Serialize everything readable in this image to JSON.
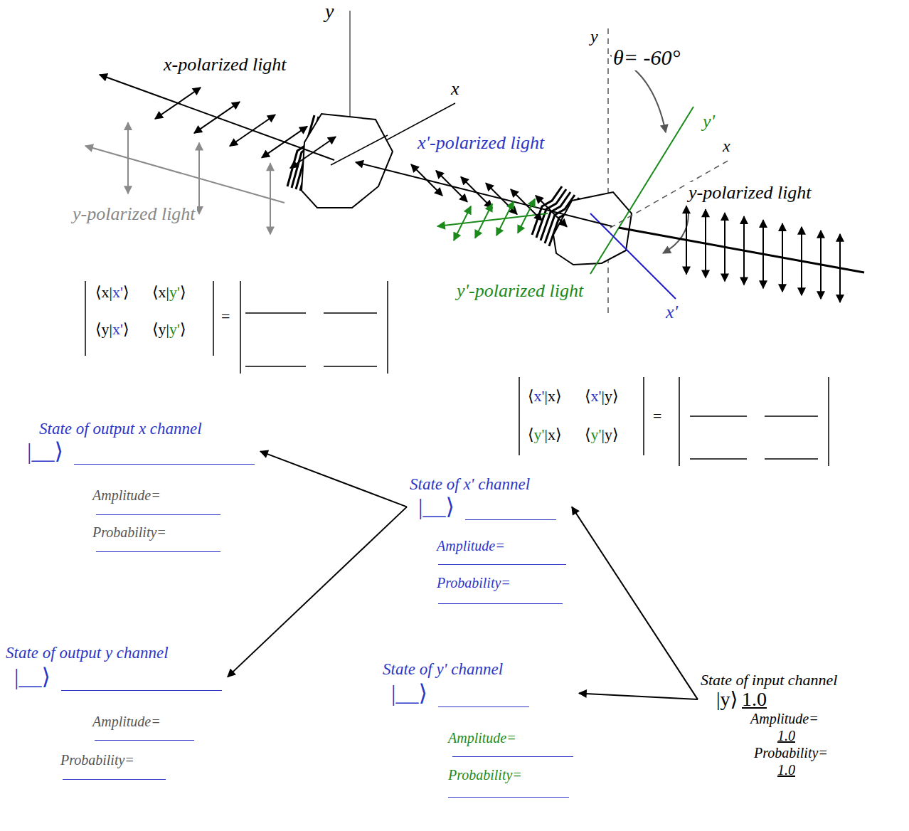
{
  "diagram": {
    "nodes": [
      {
        "text": [
          "State of output x channel",
          "|__⟩",
          "Amplitude=",
          "Probability="
        ]
      },
      {
        "text": [
          "State of x' channel",
          "|__⟩",
          "Amplitude=",
          "Probability="
        ]
      },
      {
        "text": [
          "State of input channel",
          "|y⟩",
          "1.0",
          "Amplitude=",
          "1.0",
          "Probability=",
          "1.0"
        ]
      },
      {
        "text": [
          "State of output y channel",
          "|__⟩",
          "Amplitude=",
          "Probability="
        ]
      },
      {
        "text": [
          "State of y' channel",
          "|__⟩",
          "Amplitude=",
          "Probability="
        ]
      }
    ],
    "edges": [
      {
        "from": 2,
        "to": 1,
        "arrow": "to"
      },
      {
        "from": 2,
        "to": 4,
        "arrow": "to"
      },
      {
        "from": 1,
        "to": 0,
        "arrow": "to"
      },
      {
        "from": 1,
        "to": 3,
        "arrow": "to"
      }
    ],
    "labels": [
      "y",
      "x-polarized light",
      "x",
      "y-polarized light",
      "y",
      "θ= -60°",
      "y'",
      "x'-polarized light",
      "x",
      "y-polarized light",
      "y'-polarized light",
      "x'",
      "⟨x|x'⟩",
      "⟨x|y'⟩",
      "⟨y|x'⟩",
      "⟨y|y'⟩",
      "=",
      "⟨x'|x⟩",
      "⟨x'|y⟩",
      "⟨y'|x⟩",
      "⟨y'|y⟩",
      "="
    ]
  }
}
